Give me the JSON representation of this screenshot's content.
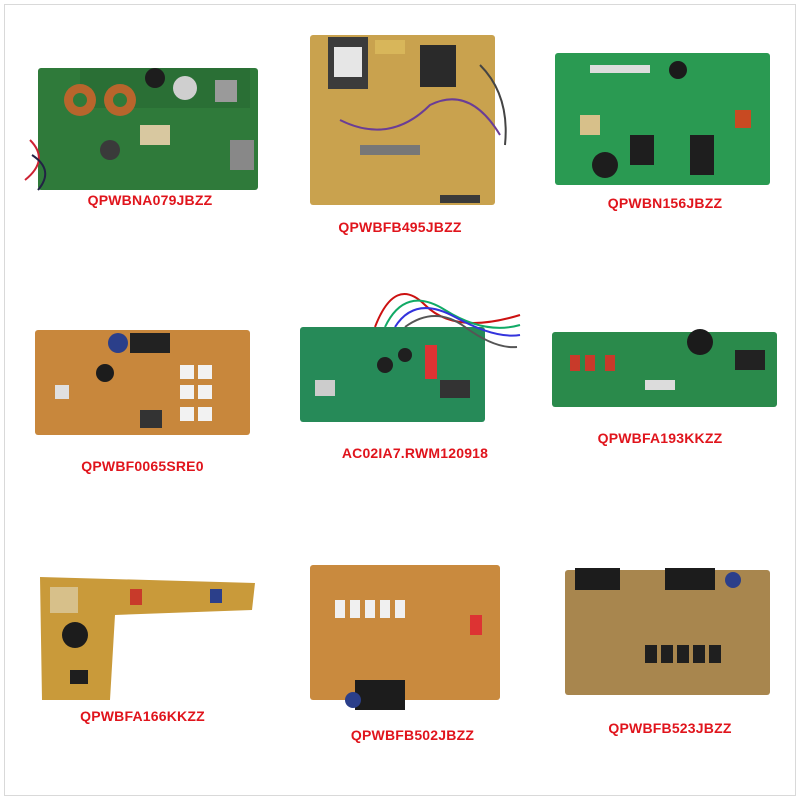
{
  "label_color": "#e0141c",
  "boards": [
    {
      "label": "QPWBNA079JBZZ",
      "board_color": "green"
    },
    {
      "label": "QPWBFB495JBZZ",
      "board_color": "yellow"
    },
    {
      "label": "QPWBN156JBZZ",
      "board_color": "green"
    },
    {
      "label": "QPWBF0065SRE0",
      "board_color": "orange"
    },
    {
      "label": "AC02IA7.RWM120918",
      "board_color": "green"
    },
    {
      "label": "QPWBFA193KKZZ",
      "board_color": "green"
    },
    {
      "label": "QPWBFA166KKZZ",
      "board_color": "yellow"
    },
    {
      "label": "QPWBFB502JBZZ",
      "board_color": "orange"
    },
    {
      "label": "QPWBFB523JBZZ",
      "board_color": "brown"
    }
  ]
}
